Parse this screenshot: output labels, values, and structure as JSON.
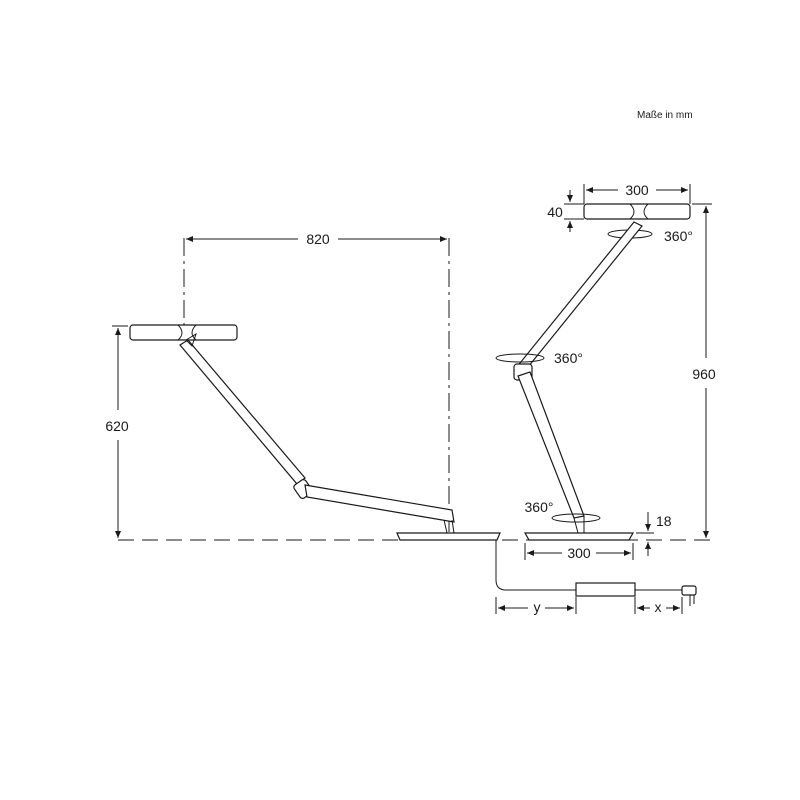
{
  "note": "Maße in mm",
  "left_lamp": {
    "reach_label": "820",
    "height_label": "620"
  },
  "right_lamp": {
    "head_width_label": "300",
    "head_height_label": "40",
    "height_label": "960",
    "base_width_label": "300",
    "base_height_label": "18",
    "rotation_head_label": "360°",
    "rotation_joint_label": "360°",
    "rotation_base_label": "360°"
  },
  "cable": {
    "y_label": "y",
    "x_label": "x"
  }
}
